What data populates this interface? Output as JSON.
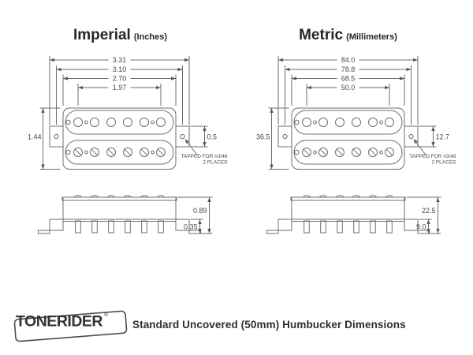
{
  "imperial": {
    "title": "Imperial",
    "title_unit": "(Inches)",
    "dims": {
      "overall_width": "3.31",
      "hole_span": "3.10",
      "body_width": "2.70",
      "pole_spacing": "1.97",
      "body_height": "1.44",
      "tab_height": "0.5",
      "side_height": "0.89",
      "side_leg": "0.35"
    },
    "tapped_note": [
      "TAPPED FOR #3/48",
      "2 PLACES"
    ]
  },
  "metric": {
    "title": "Metric",
    "title_unit": "(Millimeters)",
    "dims": {
      "overall_width": "84.0",
      "hole_span": "78.8",
      "body_width": "68.5",
      "pole_spacing": "50.0",
      "body_height": "36.5",
      "tab_height": "12.7",
      "side_height": "22.5",
      "side_leg": "9.0"
    },
    "tapped_note": [
      "TAPPED FOR #3/48",
      "2 PLACES"
    ]
  },
  "footer": {
    "logo_text": "TONERIDER",
    "registered_mark": "®",
    "caption": "Standard Uncovered (50mm) Humbucker Dimensions"
  },
  "colors": {
    "line": "#6e6e6e",
    "dim_text": "#4a4a4a",
    "heading": "#262626"
  }
}
